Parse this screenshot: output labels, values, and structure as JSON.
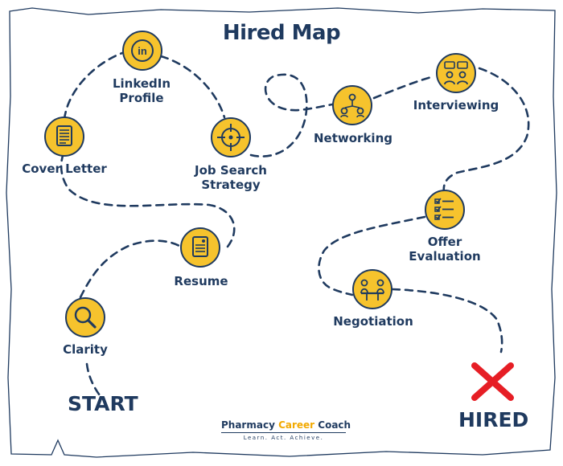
{
  "title": "Hired Map",
  "start_label": "START",
  "end_label": "HIRED",
  "brand": {
    "name_part1": "Pharmacy ",
    "name_accent": "Career",
    "name_part2": " Coach",
    "tagline": "Learn. Act. Achieve."
  },
  "colors": {
    "navy": "#1f3a5f",
    "gold": "#f6c32d",
    "red": "#e61e25"
  },
  "steps": [
    {
      "id": "clarity",
      "label_lines": [
        "Clarity"
      ],
      "icon": "magnifier-icon"
    },
    {
      "id": "resume",
      "label_lines": [
        "Resume"
      ],
      "icon": "resume-document-icon"
    },
    {
      "id": "cover-letter",
      "label_lines": [
        "Cover Letter"
      ],
      "icon": "cover-letter-document-icon"
    },
    {
      "id": "linkedin-profile",
      "label_lines": [
        "LinkedIn",
        "Profile"
      ],
      "icon": "linkedin-icon"
    },
    {
      "id": "job-search-strategy",
      "label_lines": [
        "Job Search",
        "Strategy"
      ],
      "icon": "target-crosshair-icon"
    },
    {
      "id": "networking",
      "label_lines": [
        "Networking"
      ],
      "icon": "network-people-icon"
    },
    {
      "id": "interviewing",
      "label_lines": [
        "Interviewing"
      ],
      "icon": "interview-chat-icon"
    },
    {
      "id": "offer-evaluation",
      "label_lines": [
        "Offer",
        "Evaluation"
      ],
      "icon": "checklist-icon"
    },
    {
      "id": "negotiation",
      "label_lines": [
        "Negotiation"
      ],
      "icon": "negotiation-table-icon"
    }
  ]
}
